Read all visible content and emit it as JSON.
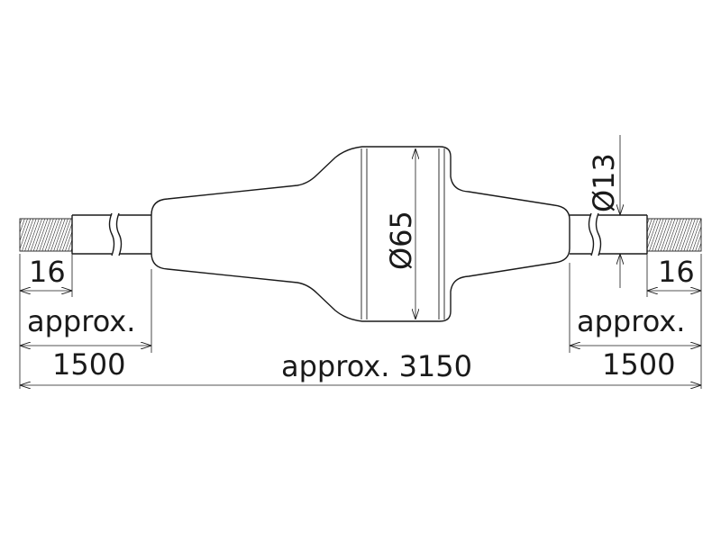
{
  "labels": {
    "dia_body": "Ø65",
    "dia_cable": "Ø13",
    "strip_left": "16",
    "strip_right": "16",
    "approx_left": "approx.",
    "len_left": "1500",
    "approx_right": "approx.",
    "len_right": "1500",
    "overall": "approx. 3150"
  }
}
